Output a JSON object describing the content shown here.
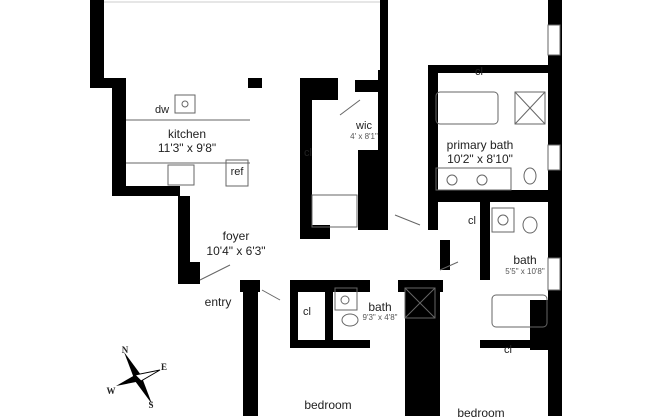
{
  "rooms": {
    "kitchen": {
      "name": "kitchen",
      "size": "11'3\" x 9'8\""
    },
    "dishwasher": "dw",
    "refrigerator": "ref",
    "foyer": {
      "name": "foyer",
      "size": "10'4\" x 6'3\""
    },
    "entry": "entry",
    "wic": {
      "name": "wic",
      "size": "4' x 8'1\""
    },
    "primary_bath": {
      "name": "primary bath",
      "size": "10'2\" x 8'10\""
    },
    "bath_right": {
      "name": "bath",
      "size": "5'5\" x 10'8\""
    },
    "bath_center": {
      "name": "bath",
      "size": "9'3\" x 4'8\""
    },
    "closet": "cl",
    "bedroom_left": "bedroom",
    "bedroom_right": "bedroom"
  },
  "compass": {
    "n": "N",
    "e": "E",
    "s": "S",
    "w": "W"
  },
  "colors": {
    "wall": "#000000",
    "fixture": "#666666",
    "background": "#ffffff"
  }
}
